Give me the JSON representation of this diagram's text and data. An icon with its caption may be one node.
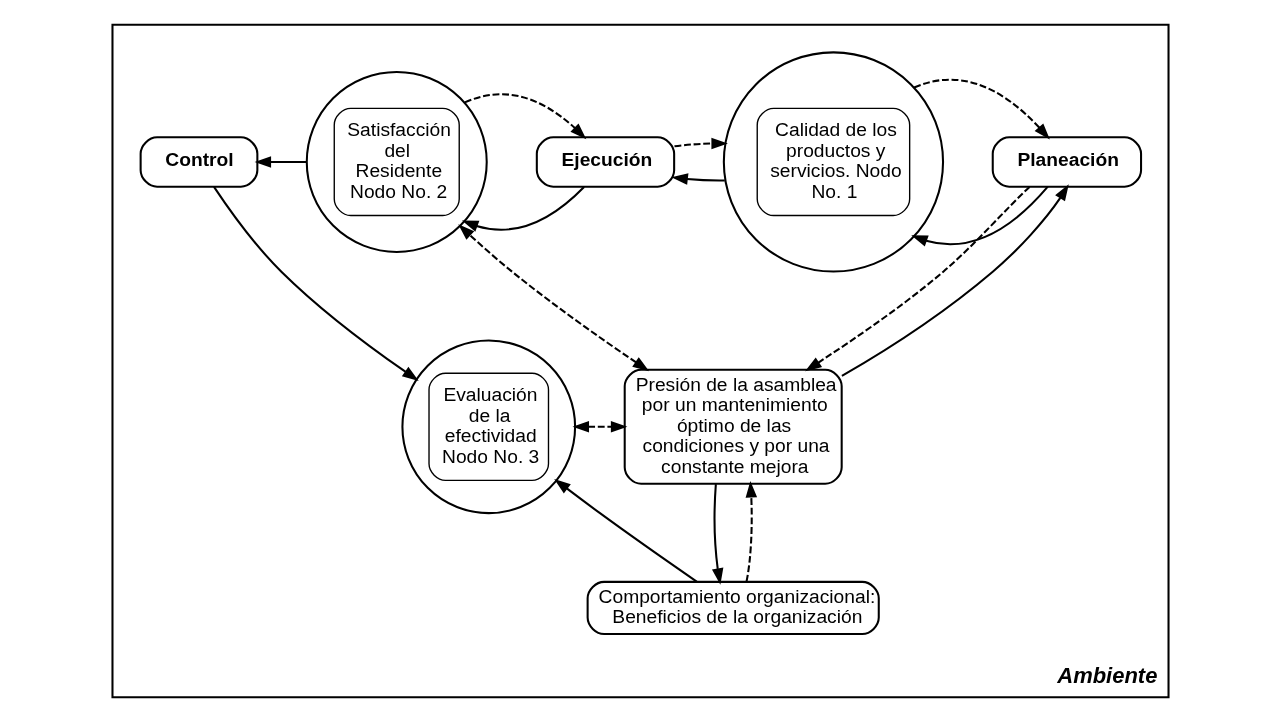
{
  "diagram": {
    "nodes": [
      {
        "text": [
          "Ambiente"
        ]
      },
      {
        "text": [
          "Planeación"
        ],
        "in": 0
      },
      {
        "text": [
          "Calidad de los productos y servicios. Nodo No. 1"
        ],
        "in": 0
      },
      {
        "text": [
          "Ejecución"
        ],
        "in": 0
      },
      {
        "text": [
          "Satisfacción del Residente Nodo No. 2"
        ],
        "in": 0
      },
      {
        "text": [
          "Control"
        ],
        "in": 0
      },
      {
        "text": [
          "Presión de la asamblea por un mantenimiento óptimo de las condiciones y por una constante mejora"
        ],
        "in": 0
      },
      {
        "text": [
          "Evaluación de la efectividad Nodo No. 3"
        ],
        "in": 0
      },
      {
        "text": [
          "Comportamiento organizacional: Beneficios de la organización"
        ],
        "in": 0
      }
    ],
    "edges": [
      {
        "from": 1,
        "to": 2,
        "arrow": "to"
      },
      {
        "from": 2,
        "to": 1,
        "arrow": "to",
        "style": "dashed"
      },
      {
        "from": 2,
        "to": 3,
        "arrow": "to"
      },
      {
        "from": 3,
        "to": 2,
        "arrow": "to",
        "style": "dashed"
      },
      {
        "from": 3,
        "to": 4,
        "arrow": "to"
      },
      {
        "from": 4,
        "to": 3,
        "arrow": "to",
        "style": "dashed"
      },
      {
        "from": 4,
        "to": 5,
        "arrow": "to"
      },
      {
        "from": 5,
        "to": 7,
        "arrow": "to"
      },
      {
        "from": 1,
        "to": 6,
        "arrow": "to",
        "style": "dashed"
      },
      {
        "from": 6,
        "to": 1,
        "arrow": "to"
      },
      {
        "from": 6,
        "to": 4,
        "arrow": "both",
        "style": "dashed"
      },
      {
        "from": 6,
        "to": 8,
        "arrow": "to"
      },
      {
        "from": 8,
        "to": 6,
        "arrow": "to",
        "style": "dashed"
      },
      {
        "from": 8,
        "to": 7,
        "arrow": "to"
      },
      {
        "from": 7,
        "to": 6,
        "arrow": "both",
        "style": "dashed"
      }
    ]
  }
}
